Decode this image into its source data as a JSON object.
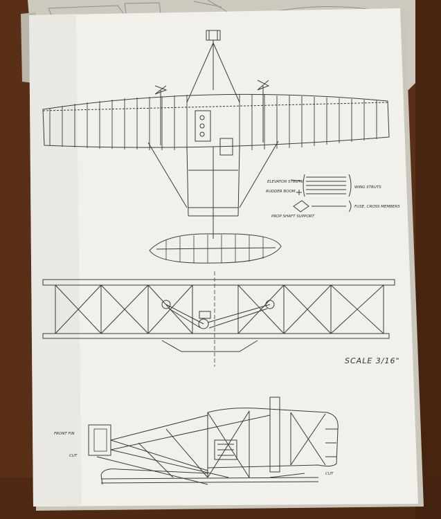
{
  "photo": {
    "subject": "Printed aircraft plan sheet on a wooden table",
    "colors": {
      "table": "#5a2f17",
      "table_dark": "#3e1f0e",
      "paper": "#f1f0ea",
      "paper_shadow": "#d9d7cf",
      "ink": "#3a3a3a",
      "box_board": "#cdc9bf"
    }
  },
  "plan": {
    "labels": {
      "elevator_struts": "ELEVATOR STRUTS",
      "rudder_boom": "RUDDER BOOM",
      "prop_shaft_support": "PROP SHAFT SUPPORT",
      "wing_struts": "WING STRUTS",
      "fuse_cross_members": "FUSE, CROSS MEMBERS",
      "front_fin": "FRONT FIN",
      "cut_left": "CUT",
      "cut_bottom": "CUT"
    },
    "scale_text": "SCALE 3/16\""
  }
}
